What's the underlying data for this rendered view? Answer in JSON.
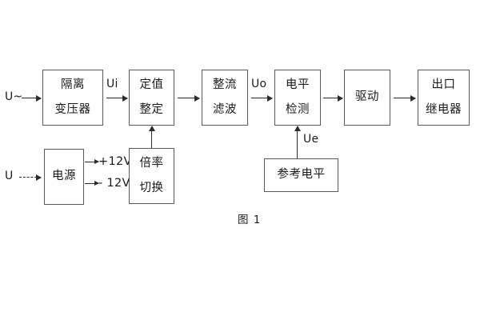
{
  "figure": {
    "caption": "图 1",
    "background": "#ffffff",
    "line_color": "#5a5a5a",
    "arrow_color": "#2b2b2b",
    "text_color": "#1a1a1a"
  },
  "inputs": {
    "ac_source": "U~",
    "dc_source": "U"
  },
  "signals": {
    "ui": "Ui",
    "uo": "Uo",
    "ue": "Ue"
  },
  "rails": {
    "positive": "+12V",
    "negative": "- 12V"
  },
  "blocks": [
    {
      "id": "isolation-transformer",
      "line1": "隔离",
      "line2": "变压器"
    },
    {
      "id": "setpoint-adjust",
      "line1": "定值",
      "line2": "整定"
    },
    {
      "id": "rectifier-filter",
      "line1": "整流",
      "line2": "滤波"
    },
    {
      "id": "level-detection",
      "line1": "电平",
      "line2": "检测"
    },
    {
      "id": "drive",
      "line1": "驱动",
      "line2": ""
    },
    {
      "id": "output-relay",
      "line1": "出口",
      "line2": "继电器"
    },
    {
      "id": "power-supply",
      "line1": "电源",
      "line2": ""
    },
    {
      "id": "multiplier-switch",
      "line1": "倍率",
      "line2": "切换"
    },
    {
      "id": "reference-level",
      "line1": "参考电平",
      "line2": ""
    }
  ]
}
